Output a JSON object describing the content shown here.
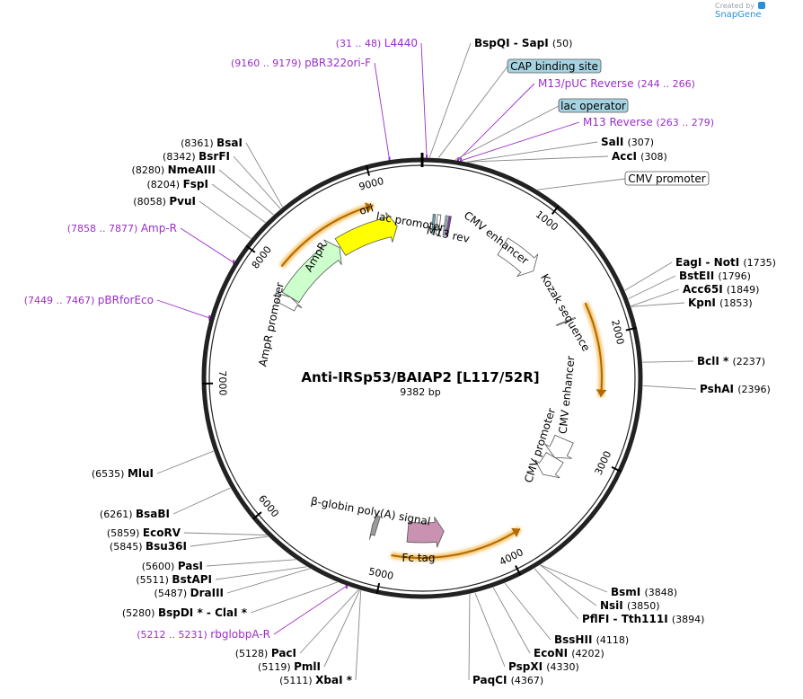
{
  "credit": {
    "prefix": "Created by",
    "brand": "SnapGene"
  },
  "plasmid": {
    "name": "Anti-IRSp53/BAIAP2 [L117/52R]",
    "size_label": "9382 bp",
    "length": 9382
  },
  "ticks": [
    {
      "pos": 1000,
      "label": "1000"
    },
    {
      "pos": 2000,
      "label": "2000"
    },
    {
      "pos": 3000,
      "label": "3000"
    },
    {
      "pos": 4000,
      "label": "4000"
    },
    {
      "pos": 5000,
      "label": "5000"
    },
    {
      "pos": 6000,
      "label": "6000"
    },
    {
      "pos": 7000,
      "label": "7000"
    },
    {
      "pos": 8000,
      "label": "8000"
    },
    {
      "pos": 9000,
      "label": "9000"
    }
  ],
  "features": [
    {
      "name": "ori",
      "start": 8550,
      "end": 9140,
      "strand": 1,
      "fill": "#ffff00",
      "level": 1,
      "label": "ori",
      "text": "ori"
    },
    {
      "name": "lac-promoter",
      "start": 140,
      "end": 170,
      "strand": -1,
      "fill": "#ffffff",
      "level": 1,
      "label": "lac promoter",
      "text": "lac promoter"
    },
    {
      "name": "lac-operator",
      "start": 215,
      "end": 232,
      "strand": 1,
      "fill": "#a6d3e1",
      "level": 1,
      "label": "lac operator",
      "text": ""
    },
    {
      "name": "cap-site",
      "start": 100,
      "end": 120,
      "strand": 1,
      "fill": "#6aa8b8",
      "level": 1,
      "label": "CAP binding site",
      "text": ""
    },
    {
      "name": "m13-rev",
      "start": 244,
      "end": 266,
      "strand": -1,
      "fill": "#7a3fa0",
      "level": 1,
      "label": "M13 rev",
      "text": "M13 rev"
    },
    {
      "name": "cmv-enhancer-1",
      "start": 820,
      "end": 1200,
      "strand": 1,
      "fill": "#ffffff",
      "level": 1,
      "label": "CMV enhancer",
      "text": "CMV enhancer"
    },
    {
      "name": "kozak",
      "start": 1780,
      "end": 1790,
      "strand": 1,
      "fill": "#ffffff",
      "level": 1,
      "label": "Kozak sequence",
      "text": "Kozak sequence"
    },
    {
      "name": "cmv-enhancer-2",
      "start": 2950,
      "end": 3150,
      "strand": 1,
      "fill": "#ffffff",
      "level": 1,
      "label": "CMV enhancer",
      "text": "CMV enhancer"
    },
    {
      "name": "cmv-promoter",
      "start": 3150,
      "end": 3350,
      "strand": 1,
      "fill": "#ffffff",
      "level": 1,
      "label": "CMV promoter",
      "text": "CMV promoter"
    },
    {
      "name": "fc-tag",
      "start": 4480,
      "end": 4830,
      "strand": -1,
      "fill": "#c992b0",
      "level": 1,
      "label": "Fc tag",
      "text": "Fc tag"
    },
    {
      "name": "beta-globin-polya",
      "start": 5130,
      "end": 5180,
      "strand": 1,
      "fill": "#9b9b9b",
      "level": 1,
      "label": "β-globin poly(A) signal",
      "text": "β-globin poly(A) signal"
    },
    {
      "name": "ampr",
      "start": 7860,
      "end": 8540,
      "strand": 1,
      "fill": "#ccffcc",
      "level": 1,
      "label": "AmpR",
      "text": "AmpR"
    },
    {
      "name": "ampr-promoter",
      "start": 7760,
      "end": 7860,
      "strand": 1,
      "fill": "#ffffff",
      "level": 1,
      "label": "AmpR promoter",
      "text": "AmpR promoter"
    }
  ],
  "inner_labels": [
    {
      "text": "ori"
    },
    {
      "text": "lac promoter"
    },
    {
      "text": "M13 rev"
    },
    {
      "text": "CMV enhancer"
    },
    {
      "text": "Kozak sequence"
    },
    {
      "text": "CMV enhancer"
    },
    {
      "text": "CMV promoter"
    },
    {
      "text": "Fc tag"
    },
    {
      "text": "β-globin poly(A) signal"
    },
    {
      "text": "AmpR"
    },
    {
      "text": "AmpR promoter"
    }
  ],
  "orange_arcs": [
    {
      "start": 1700,
      "end": 2500,
      "strand": 1
    },
    {
      "start": 3830,
      "end": 4950,
      "strand": -1
    },
    {
      "start": 8040,
      "end": 8970,
      "strand": 1
    }
  ],
  "sites_right": [
    {
      "pos": 50,
      "name": "BspQI  -  SapI",
      "coord": "(50)",
      "color": "#000000",
      "bold": true
    },
    {
      "pos": 244,
      "name": "M13/pUC Reverse",
      "coord": "(244 .. 266)",
      "color": "#9a2ec9",
      "bold": false
    },
    {
      "pos": 263,
      "name": "M13 Reverse",
      "coord": "(263 .. 279)",
      "color": "#9a2ec9",
      "bold": false
    },
    {
      "pos": 307,
      "name": "SalI",
      "coord": "(307)",
      "color": "#000000",
      "bold": true
    },
    {
      "pos": 308,
      "name": "AccI",
      "coord": "(308)",
      "color": "#000000",
      "bold": true
    },
    {
      "pos": 1735,
      "name": "EagI  -  NotI",
      "coord": "(1735)",
      "color": "#000000",
      "bold": true
    },
    {
      "pos": 1796,
      "name": "BstEII",
      "coord": "(1796)",
      "color": "#000000",
      "bold": true
    },
    {
      "pos": 1849,
      "name": "Acc65I",
      "coord": "(1849)",
      "color": "#000000",
      "bold": true
    },
    {
      "pos": 1853,
      "name": "KpnI",
      "coord": "(1853)",
      "color": "#000000",
      "bold": true
    },
    {
      "pos": 2237,
      "name": "BclI *",
      "coord": "(2237)",
      "color": "#000000",
      "bold": true
    },
    {
      "pos": 2396,
      "name": "PshAI",
      "coord": "(2396)",
      "color": "#000000",
      "bold": true
    },
    {
      "pos": 3848,
      "name": "BsmI",
      "coord": "(3848)",
      "color": "#000000",
      "bold": true
    },
    {
      "pos": 3850,
      "name": "NsiI",
      "coord": "(3850)",
      "color": "#000000",
      "bold": true
    },
    {
      "pos": 3894,
      "name": "PflFI  -  Tth111I",
      "coord": "(3894)",
      "color": "#000000",
      "bold": true
    },
    {
      "pos": 4118,
      "name": "BssHII",
      "coord": "(4118)",
      "color": "#000000",
      "bold": true
    },
    {
      "pos": 4202,
      "name": "EcoNI",
      "coord": "(4202)",
      "color": "#000000",
      "bold": true
    },
    {
      "pos": 4330,
      "name": "PspXI",
      "coord": "(4330)",
      "color": "#000000",
      "bold": true
    },
    {
      "pos": 4367,
      "name": "PaqCI",
      "coord": "(4367)",
      "color": "#000000",
      "bold": true
    }
  ],
  "sites_left": [
    {
      "pos": 31,
      "name": "L4440",
      "coord": "(31 .. 48)",
      "color": "#9a2ec9",
      "bold": false
    },
    {
      "pos": 9160,
      "name": "pBR322ori-F",
      "coord": "(9160 .. 9179)",
      "color": "#9a2ec9",
      "bold": false
    },
    {
      "pos": 8361,
      "name": "BsaI",
      "coord": "(8361)",
      "color": "#000000",
      "bold": true
    },
    {
      "pos": 8342,
      "name": "BsrFI",
      "coord": "(8342)",
      "color": "#000000",
      "bold": true
    },
    {
      "pos": 8280,
      "name": "NmeAIII",
      "coord": "(8280)",
      "color": "#000000",
      "bold": true
    },
    {
      "pos": 8204,
      "name": "FspI",
      "coord": "(8204)",
      "color": "#000000",
      "bold": true
    },
    {
      "pos": 8058,
      "name": "PvuI",
      "coord": "(8058)",
      "color": "#000000",
      "bold": true
    },
    {
      "pos": 7858,
      "name": "Amp-R",
      "coord": "(7858 .. 7877)",
      "color": "#9a2ec9",
      "bold": false
    },
    {
      "pos": 7449,
      "name": "pBRforEco",
      "coord": "(7449 .. 7467)",
      "color": "#9a2ec9",
      "bold": false
    },
    {
      "pos": 6535,
      "name": "MluI",
      "coord": "(6535)",
      "color": "#000000",
      "bold": true
    },
    {
      "pos": 6261,
      "name": "BsaBI",
      "coord": "(6261)",
      "color": "#000000",
      "bold": true
    },
    {
      "pos": 5859,
      "name": "EcoRV",
      "coord": "(5859)",
      "color": "#000000",
      "bold": true
    },
    {
      "pos": 5845,
      "name": "Bsu36I",
      "coord": "(5845)",
      "color": "#000000",
      "bold": true
    },
    {
      "pos": 5600,
      "name": "PasI",
      "coord": "(5600)",
      "color": "#000000",
      "bold": true
    },
    {
      "pos": 5511,
      "name": "BstAPI",
      "coord": "(5511)",
      "color": "#000000",
      "bold": true
    },
    {
      "pos": 5487,
      "name": "DraIII",
      "coord": "(5487)",
      "color": "#000000",
      "bold": true
    },
    {
      "pos": 5280,
      "name": "BspDI *  -  ClaI *",
      "coord": "(5280)",
      "color": "#000000",
      "bold": true
    },
    {
      "pos": 5212,
      "name": "rbglobpA-R",
      "coord": "(5212 .. 5231)",
      "color": "#9a2ec9",
      "bold": false
    },
    {
      "pos": 5128,
      "name": "PacI",
      "coord": "(5128)",
      "color": "#000000",
      "bold": true
    },
    {
      "pos": 5119,
      "name": "PmlI",
      "coord": "(5119)",
      "color": "#000000",
      "bold": true
    },
    {
      "pos": 5111,
      "name": "XbaI *",
      "coord": "(5111)",
      "color": "#000000",
      "bold": true
    }
  ],
  "boxed_labels": [
    {
      "pos": 110,
      "text": "CAP binding site",
      "fill": "#a6d3e1"
    },
    {
      "pos": 224,
      "text": "lac operator",
      "fill": "#a6d3e1"
    },
    {
      "pos": 820,
      "text": "CMV promoter",
      "fill": "#ffffff"
    }
  ]
}
